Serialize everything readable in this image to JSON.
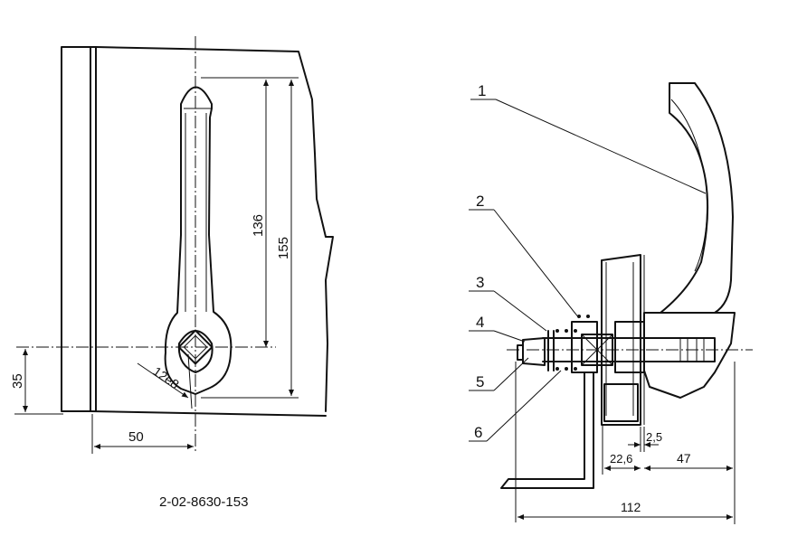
{
  "drawing_number": "2-02-8630-153",
  "dimensions": {
    "d136": "136",
    "d155": "155",
    "d35": "35",
    "d50": "50",
    "d12": "12e8",
    "d2_5": "2,5",
    "d22_6": "22,6",
    "d47": "47",
    "d112": "112"
  },
  "callouts": [
    "1",
    "2",
    "3",
    "4",
    "5",
    "6"
  ]
}
